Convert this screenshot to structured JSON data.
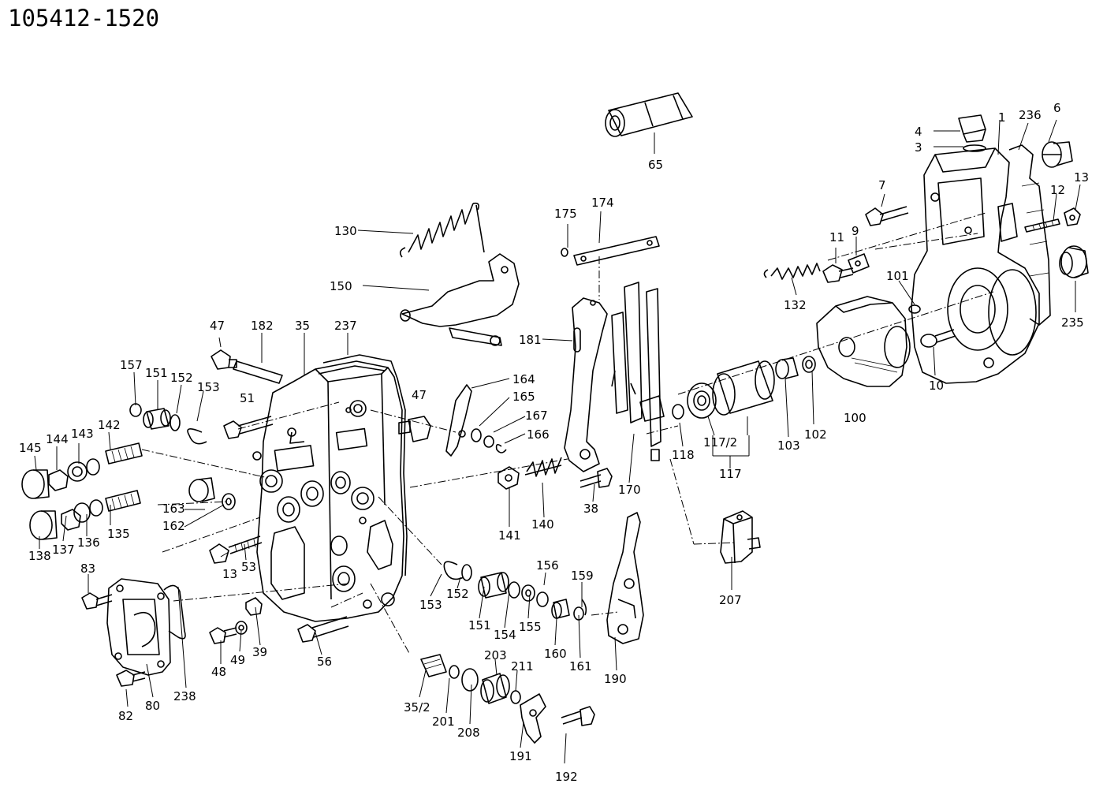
{
  "title": "105412-1520",
  "labels": [
    {
      "id": "65",
      "text": "65"
    },
    {
      "id": "4",
      "text": "4"
    },
    {
      "id": "3",
      "text": "3"
    },
    {
      "id": "1",
      "text": "1"
    },
    {
      "id": "236",
      "text": "236"
    },
    {
      "id": "6",
      "text": "6"
    },
    {
      "id": "7",
      "text": "7"
    },
    {
      "id": "12",
      "text": "12"
    },
    {
      "id": "13a",
      "text": "13"
    },
    {
      "id": "174",
      "text": "174"
    },
    {
      "id": "175",
      "text": "175"
    },
    {
      "id": "130",
      "text": "130"
    },
    {
      "id": "11",
      "text": "11"
    },
    {
      "id": "9",
      "text": "9"
    },
    {
      "id": "150",
      "text": "150"
    },
    {
      "id": "132",
      "text": "132"
    },
    {
      "id": "101",
      "text": "101"
    },
    {
      "id": "235",
      "text": "235"
    },
    {
      "id": "47a",
      "text": "47"
    },
    {
      "id": "182",
      "text": "182"
    },
    {
      "id": "35",
      "text": "35"
    },
    {
      "id": "237",
      "text": "237"
    },
    {
      "id": "181",
      "text": "181"
    },
    {
      "id": "10",
      "text": "10"
    },
    {
      "id": "157a",
      "text": "157"
    },
    {
      "id": "151a",
      "text": "151"
    },
    {
      "id": "152a",
      "text": "152"
    },
    {
      "id": "153a",
      "text": "153"
    },
    {
      "id": "164",
      "text": "164"
    },
    {
      "id": "47b",
      "text": "47"
    },
    {
      "id": "165",
      "text": "165"
    },
    {
      "id": "51",
      "text": "51"
    },
    {
      "id": "167",
      "text": "167"
    },
    {
      "id": "100",
      "text": "100"
    },
    {
      "id": "142",
      "text": "142"
    },
    {
      "id": "166",
      "text": "166"
    },
    {
      "id": "145",
      "text": "145"
    },
    {
      "id": "144",
      "text": "144"
    },
    {
      "id": "143",
      "text": "143"
    },
    {
      "id": "117_2",
      "text": "117/2"
    },
    {
      "id": "103",
      "text": "103"
    },
    {
      "id": "102",
      "text": "102"
    },
    {
      "id": "118",
      "text": "118"
    },
    {
      "id": "117",
      "text": "117"
    },
    {
      "id": "38",
      "text": "38"
    },
    {
      "id": "170",
      "text": "170"
    },
    {
      "id": "163",
      "text": "163"
    },
    {
      "id": "135",
      "text": "135"
    },
    {
      "id": "162",
      "text": "162"
    },
    {
      "id": "141",
      "text": "141"
    },
    {
      "id": "140",
      "text": "140"
    },
    {
      "id": "138",
      "text": "138"
    },
    {
      "id": "137",
      "text": "137"
    },
    {
      "id": "136",
      "text": "136"
    },
    {
      "id": "13b",
      "text": "13"
    },
    {
      "id": "53",
      "text": "53"
    },
    {
      "id": "83",
      "text": "83"
    },
    {
      "id": "156",
      "text": "156"
    },
    {
      "id": "159",
      "text": "159"
    },
    {
      "id": "207",
      "text": "207"
    },
    {
      "id": "153b",
      "text": "153"
    },
    {
      "id": "152b",
      "text": "152"
    },
    {
      "id": "151b",
      "text": "151"
    },
    {
      "id": "154",
      "text": "154"
    },
    {
      "id": "155",
      "text": "155"
    },
    {
      "id": "160",
      "text": "160"
    },
    {
      "id": "161",
      "text": "161"
    },
    {
      "id": "39",
      "text": "39"
    },
    {
      "id": "49",
      "text": "49"
    },
    {
      "id": "48",
      "text": "48"
    },
    {
      "id": "56",
      "text": "56"
    },
    {
      "id": "190",
      "text": "190"
    },
    {
      "id": "203",
      "text": "203"
    },
    {
      "id": "211",
      "text": "211"
    },
    {
      "id": "238",
      "text": "238"
    },
    {
      "id": "80",
      "text": "80"
    },
    {
      "id": "82",
      "text": "82"
    },
    {
      "id": "35_2",
      "text": "35/2"
    },
    {
      "id": "201",
      "text": "201"
    },
    {
      "id": "208",
      "text": "208"
    },
    {
      "id": "191",
      "text": "191"
    },
    {
      "id": "192",
      "text": "192"
    }
  ]
}
